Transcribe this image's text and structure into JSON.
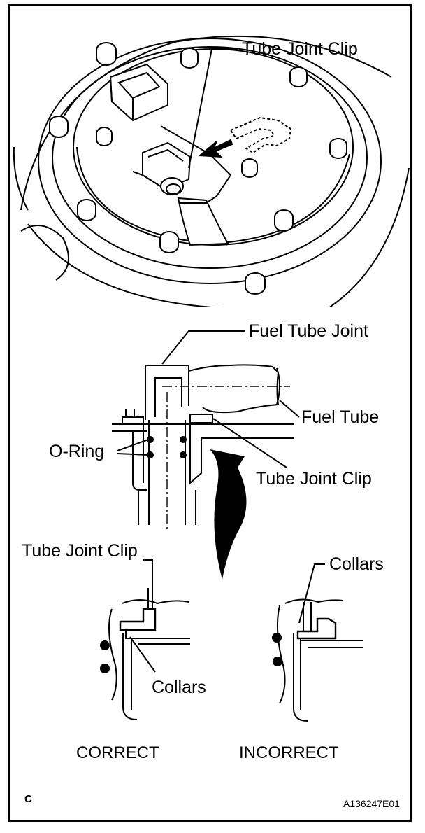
{
  "labels": {
    "top_tube_joint_clip": "Tube Joint Clip",
    "fuel_tube_joint": "Fuel Tube Joint",
    "fuel_tube": "Fuel Tube",
    "o_ring": "O-Ring",
    "mid_tube_joint_clip": "Tube Joint Clip",
    "left_tube_joint_clip": "Tube Joint Clip",
    "collars_right": "Collars",
    "collars_left": "Collars",
    "correct": "CORRECT",
    "incorrect": "INCORRECT"
  },
  "footer": {
    "corner_letter": "C",
    "figure_id": "A136247E01"
  }
}
